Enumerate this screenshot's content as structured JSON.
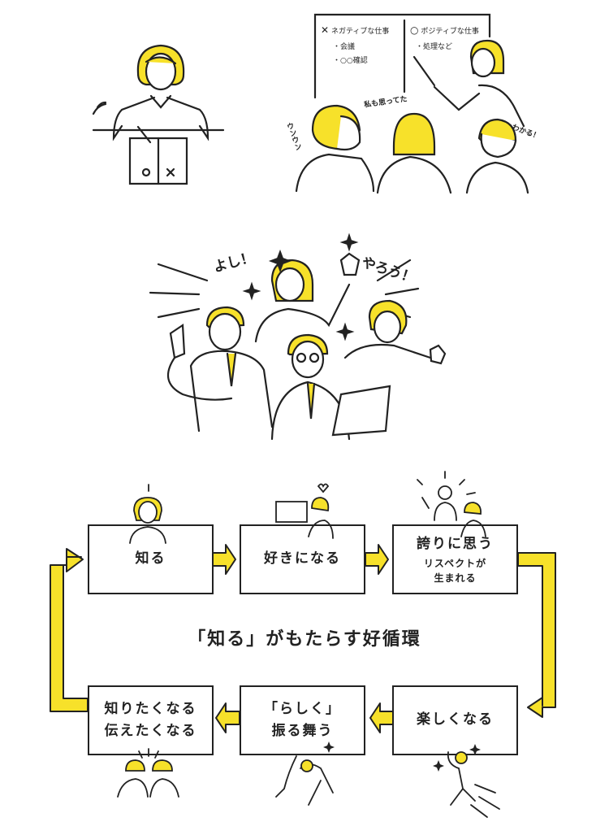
{
  "colors": {
    "accent": "#f7e12a",
    "ink": "#222222"
  },
  "scene_board": {
    "negative_heading": "ネガティブな仕事",
    "negative_items": [
      "・会議",
      "・○○確認"
    ],
    "positive_heading": "ポジティブな仕事",
    "positive_items": [
      "・処理など"
    ],
    "voices": {
      "nod": "ウンウン",
      "agree": "私も思ってた",
      "understand": "わかる！"
    }
  },
  "scene_team": {
    "voices": {
      "left": "よし！",
      "right": "やろう！"
    }
  },
  "cycle": {
    "title": "「知る」がもたらす好循環",
    "steps": [
      {
        "main": "知る"
      },
      {
        "main": "好きになる"
      },
      {
        "main": "誇りに思う",
        "sub1": "リスペクトが",
        "sub2": "生まれる"
      },
      {
        "main": "楽しくなる"
      },
      {
        "main1": "「らしく」",
        "main2": "振る舞う"
      },
      {
        "main1": "知りたくなる",
        "main2": "伝えたくなる"
      }
    ]
  }
}
